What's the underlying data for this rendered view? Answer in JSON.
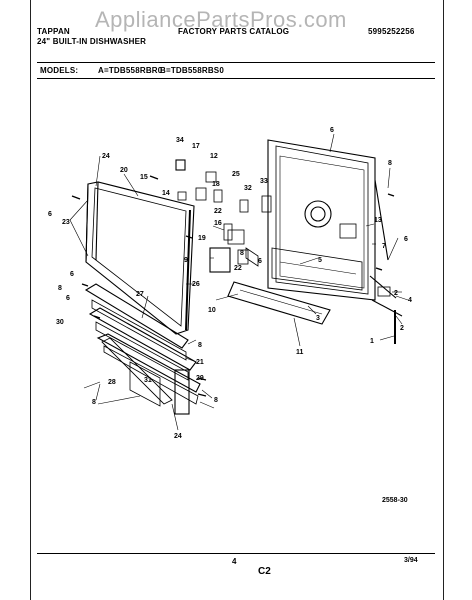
{
  "watermark": "AppliancePartsPros.com",
  "header": {
    "brand": "TAPPAN",
    "catalog_title": "FACTORY PARTS CATALOG",
    "catalog_number": "5995252256",
    "product": "24\" BUILT-IN DISHWASHER"
  },
  "models": {
    "label": "MODELS:",
    "a": "A=TDB558RBR0",
    "b": "B=TDB558RBS0"
  },
  "callouts": [
    "1",
    "2",
    "3",
    "4",
    "5",
    "6",
    "7",
    "8",
    "9",
    "10",
    "11",
    "12",
    "13",
    "14",
    "15",
    "16",
    "17",
    "18",
    "19",
    "20",
    "21",
    "22",
    "23",
    "24",
    "25",
    "26",
    "27",
    "28",
    "29",
    "30",
    "31",
    "32",
    "33",
    "34"
  ],
  "drawing_number": "2558-30",
  "footer": {
    "page": "4",
    "section": "C2",
    "date": "3/94"
  }
}
